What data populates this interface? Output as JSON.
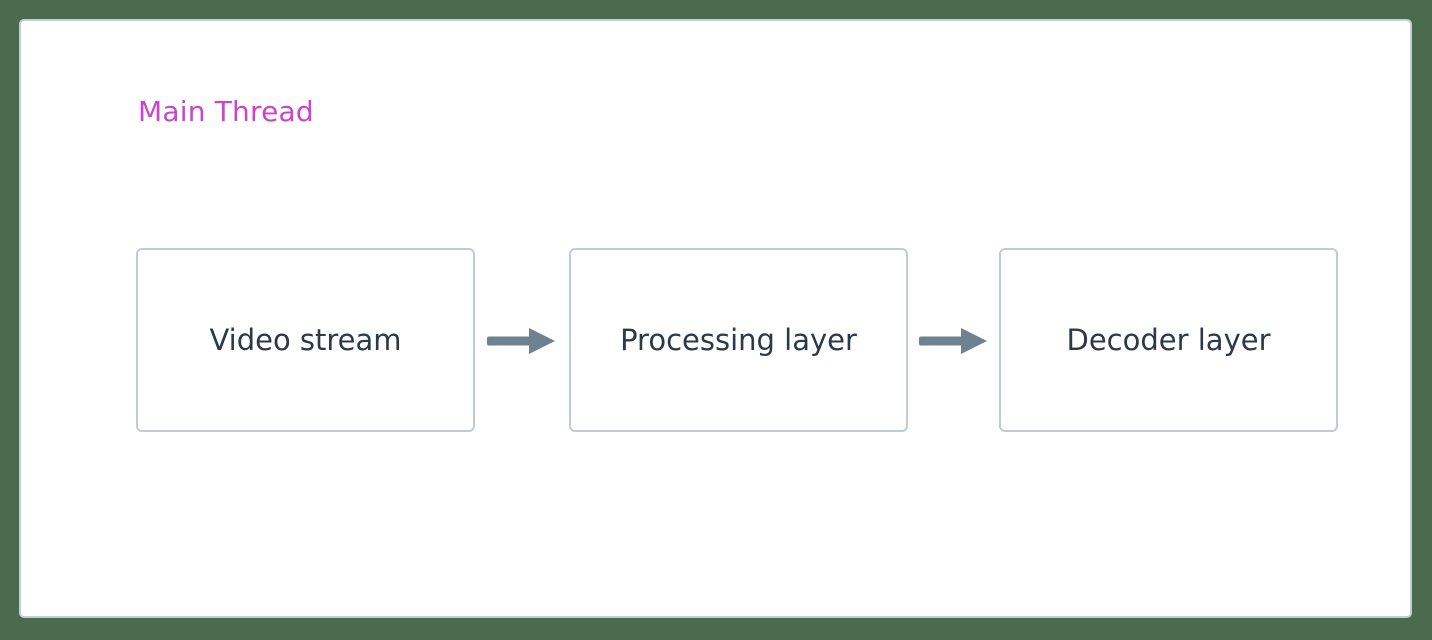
{
  "diagram": {
    "title": "Main Thread",
    "title_color": "#cc44cc",
    "background_color": "#4a6b4d",
    "card_background": "#ffffff",
    "card_border_color": "#c2ced8",
    "node_border_color": "#bfcbd6",
    "node_text_color": "#2c3a47",
    "arrow_color": "#6e818e",
    "type": "flowchart",
    "direction": "left-to-right",
    "nodes": [
      {
        "id": "video-stream",
        "label": "Video stream"
      },
      {
        "id": "processing-layer",
        "label": "Processing layer"
      },
      {
        "id": "decoder-layer",
        "label": "Decoder layer"
      }
    ],
    "edges": [
      {
        "from": "video-stream",
        "to": "processing-layer",
        "label": "",
        "style": "solid-arrow"
      },
      {
        "from": "processing-layer",
        "to": "decoder-layer",
        "label": "",
        "style": "solid-arrow"
      }
    ]
  }
}
